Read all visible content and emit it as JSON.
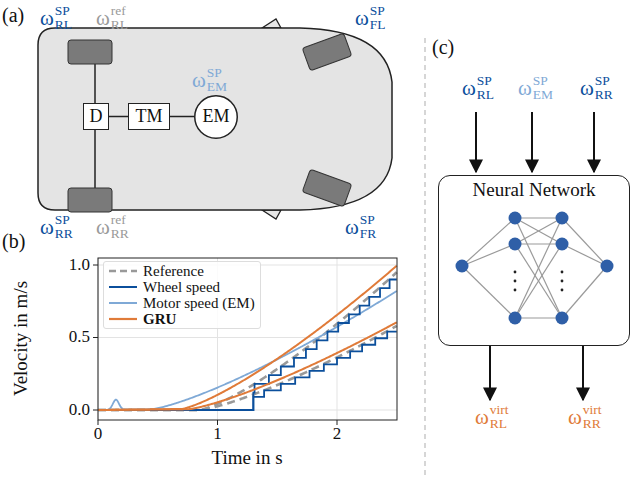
{
  "diagram": {
    "nodes": [
      {
        "text": [
          "D"
        ]
      },
      {
        "text": [
          "TM"
        ]
      },
      {
        "text": [
          "EM"
        ]
      },
      {
        "text": [
          "Neural Network"
        ]
      }
    ],
    "edges": [
      {
        "from": 0,
        "to": 1,
        "arrow": "none"
      },
      {
        "from": 1,
        "to": 2,
        "arrow": "none"
      }
    ],
    "labels": [
      "(a)",
      "ω",
      "SP",
      "RL",
      "ω",
      "ref",
      "RL",
      "ω",
      "SP",
      "FL",
      "ω",
      "SP",
      "EM",
      "ω",
      "SP",
      "RR",
      "ω",
      "ref",
      "RR",
      "ω",
      "SP",
      "FR",
      "(b)",
      "Velocity in m/s",
      "0.0",
      "0.5",
      "1.0",
      "0",
      "1",
      "2",
      "Time in s",
      "(c)",
      "ω",
      "SP",
      "RL",
      "ω",
      "SP",
      "EM",
      "ω",
      "SP",
      "RR",
      "ω",
      "virt",
      "RL",
      "ω",
      "virt",
      "RR"
    ],
    "legend": [
      {
        "text": "Reference"
      },
      {
        "text": "Wheel speed"
      },
      {
        "text": "Motor speed (EM)"
      },
      {
        "text": "GRU"
      }
    ]
  }
}
